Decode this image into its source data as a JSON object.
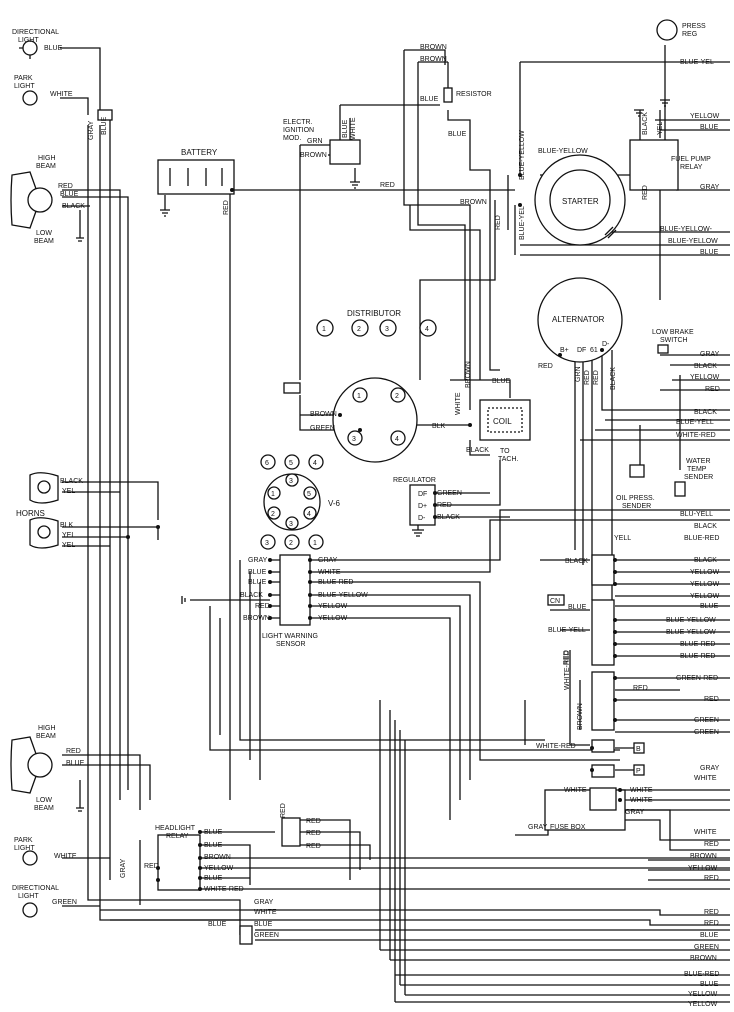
{
  "components": {
    "directional_light_top": "DIRECTIONAL LIGHT",
    "park_light_top": "PARK LIGHT",
    "high_beam_top": "HIGH BEAM",
    "low_beam_top": "LOW BEAM",
    "horns": "HORNS",
    "battery": "BATTERY",
    "electr_ignition_mod": "ELECTR. IGNITION MOD.",
    "resistor": "RESISTOR",
    "press_reg": "PRESS REG",
    "fuel_pump_relay": "FUEL PUMP RELAY",
    "starter": "STARTER",
    "distributor": "DISTRIBUTOR",
    "alternator": "ALTERNATOR",
    "low_brake_switch": "LOW BRAKE SWITCH",
    "coil": "COIL",
    "to_tach": "TO TACH.",
    "water_temp_sender": "WATER TEMP SENDER",
    "oil_press_sender": "OIL PRESS. SENDER",
    "regulator": "REGULATOR",
    "v6": "V-6",
    "light_warning_sensor": "LIGHT WARNING SENSOR",
    "high_beam_bottom": "HIGH BEAM",
    "low_beam_bottom": "LOW BEAM",
    "park_light_bottom": "PARK LIGHT",
    "directional_light_bottom": "DIRECTIONAL LIGHT",
    "headlight_relay": "HEADLIGHT RELAY",
    "fuse_box": "FUSE BOX"
  },
  "terminals": {
    "alt_b": "B+",
    "alt_df": "DF",
    "alt_61": "61",
    "alt_d": "D-",
    "reg_df": "DF",
    "reg_dplus": "D+",
    "reg_dminus": "D-",
    "cn": "CN",
    "b": "B",
    "p": "P"
  },
  "distributor_numbers": [
    "1",
    "2",
    "3",
    "4"
  ],
  "v6_numbers": [
    "6",
    "5",
    "4",
    "3",
    "1",
    "5",
    "2",
    "4",
    "3",
    "2",
    "1"
  ],
  "wire_labels": {
    "dl_top_blue": "BLUE",
    "pl_top_white": "WHITE",
    "gray": "GRAY",
    "blue": "BLUE",
    "hb_red": "RED",
    "hb_blue": "BLUE",
    "hb_black": "BLACK",
    "horn_black1": "BLACK",
    "horn_yel1": "YEL",
    "horn_blk": "BLK",
    "horn_yel2": "YEL",
    "horn_yel3": "YEL",
    "res_brown1": "BROWN",
    "res_brown2": "BROWN",
    "res_blue1": "BLUE",
    "res_blue2": "BLUE",
    "ign_blue": "BLUE",
    "ign_white": "WHITE",
    "ign_grn": "GRN",
    "ign_brown": "BROWN",
    "bat_red_h": "RED",
    "bat_red_v": "RED",
    "brown_st": "BROWN",
    "red_st": "RED",
    "blue_yellow_v": "BLUE-YELLOW",
    "blue_yellow_h": "BLUE-YELLOW",
    "blue_yel_st": "BLUE-YEL",
    "fpr_black": "BLACK",
    "fpr_yel": "YEL",
    "fpr_red": "RED",
    "r_blue_yel": "BLUE-YEL",
    "r_yellow": "YELLOW",
    "r_blue": "BLUE",
    "r_gray": "GRAY",
    "r_by": "BLUE-YELLOW-",
    "r_by2": "BLUE-YELLOW",
    "r_blue2": "BLUE",
    "alt_red": "RED",
    "alt_grn": "GRN",
    "alt_red2": "RED",
    "alt_red3": "RED",
    "alt_black": "BLACK",
    "r_gray2": "GRAY",
    "r_black2": "BLACK",
    "r_yellow2": "YELLOW",
    "r_red2": "RED",
    "r_black3": "BLACK",
    "r_blue_yell": "BLUE-YELL",
    "r_white_red": "WHITE-RED",
    "dist_brown": "BROWN",
    "dist_green": "GREEN",
    "coil_brown": "BROWN",
    "coil_blue": "BLUE",
    "coil_white": "WHITE",
    "coil_blk": "BLK",
    "coil_black": "BLACK",
    "reg_green": "GREEN",
    "reg_red": "RED",
    "reg_black": "BLACK",
    "r_blu_yell": "BLU-YELL",
    "r_black4": "BLACK",
    "r_blue_red": "BLUE-RED",
    "yell": "YELL",
    "lw_gray_l": "GRAY",
    "lw_blue_l1": "BLUE",
    "lw_blue_l2": "BLUE",
    "lw_black_l": "BLACK",
    "lw_red_l": "RED",
    "lw_brown_l": "BROWN",
    "lw_gray_r": "GRAY",
    "lw_white_r": "WHITE",
    "lw_blue_red_r": "BLUE-RED",
    "lw_blue_yellow_r": "BLUE-YELLOW",
    "lw_yellow_r1": "YELLOW",
    "lw_yellow_r2": "YELLOW",
    "c_black": "BLACK",
    "c_blue": "BLUE",
    "c_blue_yell": "BLUE-YELL",
    "c_white_red": "WHITE-RED",
    "c_brown": "BROWN",
    "c_red": "RED",
    "c_red2": "RED",
    "c_white_red2": "WHITE-RED",
    "rr_black": "BLACK",
    "rr_yellow1": "YELLOW",
    "rr_yellow2": "YELLOW",
    "rr_yellow3": "YELLOW",
    "rr_blue": "BLUE",
    "rr_by1": "BLUE-YELLOW",
    "rr_by2": "BLUE-YELLOW",
    "rr_br1": "BLUE-RED",
    "rr_br2": "BLUE-RED",
    "rr_gr": "GREEN-RED",
    "rr_red": "RED",
    "rr_green1": "GREEN",
    "rr_green2": "GREEN",
    "rr_gray": "GRAY",
    "rr_white": "WHITE",
    "fb_white1": "WHITE",
    "fb_white2": "WHITE",
    "fb_white3": "WHITE",
    "fb_gray": "GRAY",
    "fb_gray2": "GRAY",
    "hb2_red": "RED",
    "hb2_blue": "BLUE",
    "hr_blue": "BLUE",
    "hr_blue2": "BLUE",
    "hr_brown": "BROWN",
    "hr_yellow": "YELLOW",
    "hr_blue3": "BLUE",
    "hr_white_red": "WHITE-RED",
    "hr_red": "RED",
    "hr_gray": "GRAY",
    "sw_red": "RED",
    "sw_red1": "RED",
    "sw_red2": "RED",
    "sw_red3": "RED",
    "pl2_white": "WHITE",
    "dl2_green": "GREEN",
    "b_gray": "GRAY",
    "b_white": "WHITE",
    "b_blue": "BLUE",
    "b_blue2": "BLUE",
    "b_green": "GREEN",
    "br_white": "WHITE",
    "br_red1": "RED",
    "br_brown": "BROWN",
    "br_yellow": "YELLOW",
    "br_red2": "RED",
    "br_red3": "RED",
    "br_red4": "RED",
    "br_blue": "BLUE",
    "br_green": "GREEN",
    "br_brown2": "BROWN",
    "br_blue_red": "BLUE-RED",
    "br_blue2": "BLUE",
    "br_yellow2": "YELLOW",
    "br_yellow3": "YELLOW",
    "blue_yel_top": "BLUE-YEL",
    "ry_yellow": "YELLOW",
    "ry_blue": "BLUE"
  }
}
